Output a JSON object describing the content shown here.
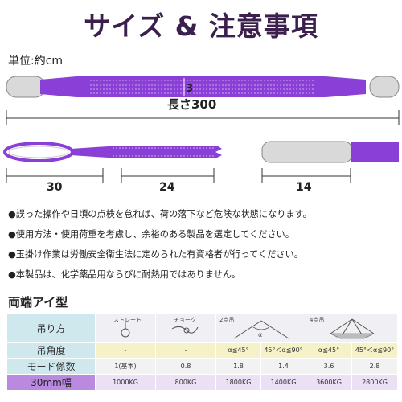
{
  "title": "サイズ & 注意事項",
  "unit_label": "単位:約cm",
  "diagram": {
    "thickness": "3",
    "length": "長さ300",
    "eye_length": "30",
    "eye_width": "24",
    "end_length": "14",
    "colors": {
      "sling": "#8a3fd6",
      "eye": "#d9d9d9"
    }
  },
  "notes": [
    "●誤った操作や日頃の点検を怠れば、荷の落下など危険な状態になります。",
    "●使用方法・使用荷重を考慮し、余裕のある製品を選定してください。",
    "●玉掛け作業は労働安全衛生法に定められた有資格者が行ってください。",
    "●本製品は、化学薬品用ならびに耐熱用ではありません。"
  ],
  "spec": {
    "section_title": "両端アイ型",
    "row_headers": [
      "吊り方",
      "吊角度",
      "モード係数",
      "30mm幅"
    ],
    "methods": [
      "ストレート",
      "チョーク",
      "2点吊",
      "4点吊"
    ],
    "angles": [
      "-",
      "-",
      "α≦45°",
      "45°＜α≦90°",
      "α≦45°",
      "45°＜α≦90°"
    ],
    "mode_factors": [
      "1(基本)",
      "0.8",
      "1.8",
      "1.4",
      "3.6",
      "2.8"
    ],
    "loads": [
      "1000KG",
      "800KG",
      "1800KG",
      "1400KG",
      "3600KG",
      "2800KG"
    ],
    "alpha_symbol": "α"
  }
}
